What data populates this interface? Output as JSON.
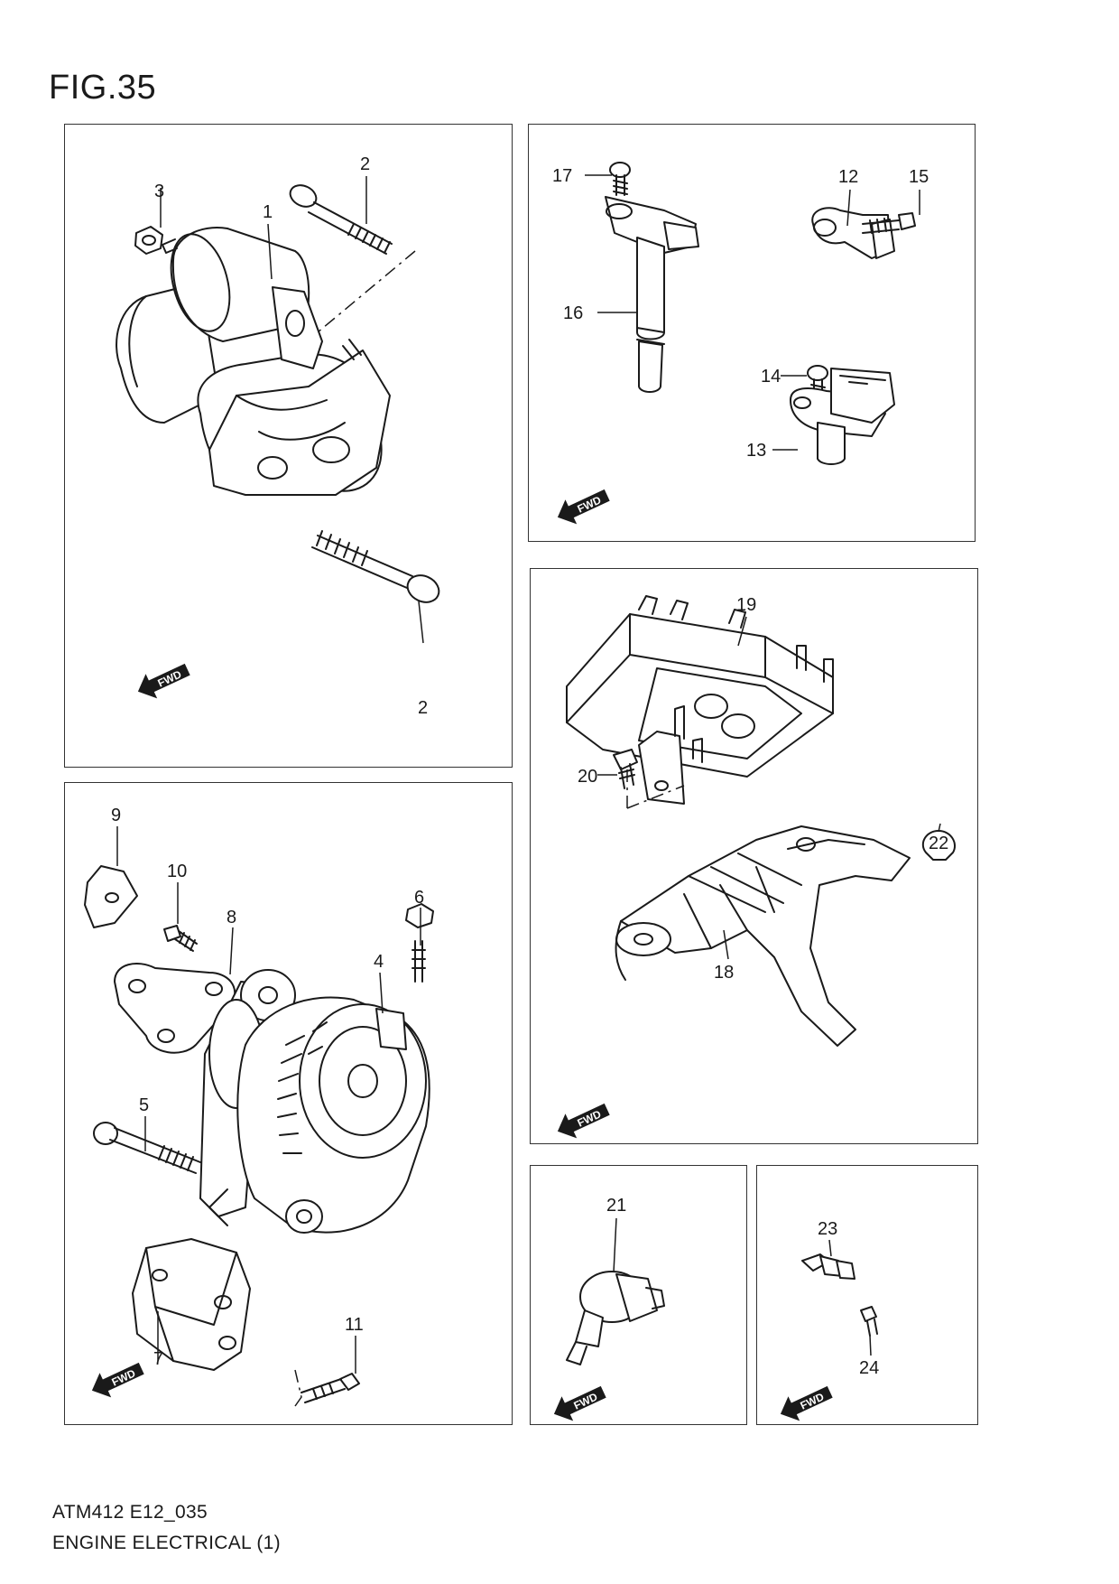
{
  "figure": {
    "title": "FIG.35"
  },
  "footer": {
    "code": "ATM412 E12_035",
    "name": "ENGINE ELECTRICAL (1)"
  },
  "fwd_label": "FWD",
  "callouts": {
    "p1": "1",
    "p2a": "2",
    "p2b": "2",
    "p3": "3",
    "p4": "4",
    "p5": "5",
    "p6": "6",
    "p7": "7",
    "p8": "8",
    "p9": "9",
    "p10": "10",
    "p11": "11",
    "p12": "12",
    "p13": "13",
    "p14": "14",
    "p15": "15",
    "p16": "16",
    "p17": "17",
    "p18": "18",
    "p19": "19",
    "p20": "20",
    "p21": "21",
    "p22": "22",
    "p23": "23",
    "p24": "24"
  }
}
